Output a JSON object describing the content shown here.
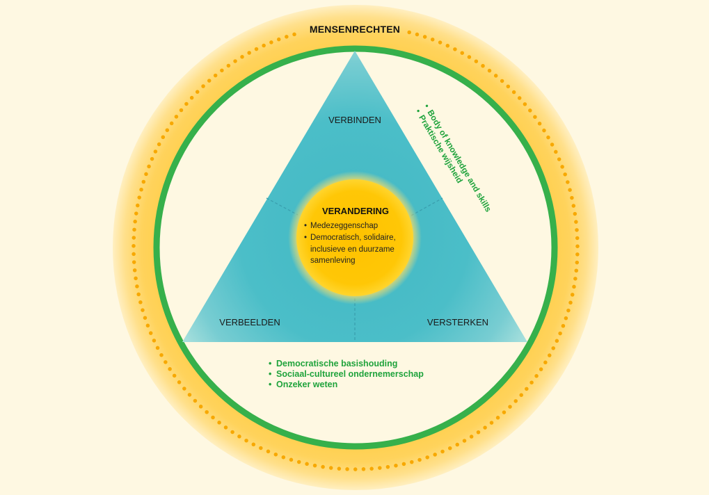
{
  "diagram": {
    "outer_ring_label": "MENSENRECHTEN",
    "triangle_corners": {
      "top": "VERBINDEN",
      "bottom_left": "VERBEELDEN",
      "bottom_right": "VERSTERKEN"
    },
    "center": {
      "title": "VERANDERING",
      "items": [
        [
          "Medezeggenschap"
        ],
        [
          "Democratisch, solidaire,",
          "inclusieve en duurzame",
          "samenleving"
        ]
      ]
    },
    "side_list": [
      "Body of knowledge and skills",
      "Praktische wijsheid"
    ],
    "bottom_list": [
      "Democratische basishouding",
      "Sociaal-cultureel ondernemerschap",
      "Onzeker weten"
    ],
    "bullet": "•"
  },
  "colors": {
    "background": "#fef8e2",
    "outer_ring": "#ffd35c",
    "dots": "#f7a800",
    "green_ring": "#36b04b",
    "triangle": "#4bbec8",
    "center_circle": "#ffc400",
    "list_text": "#1fa33c",
    "label_text": "#1a1a1a"
  }
}
